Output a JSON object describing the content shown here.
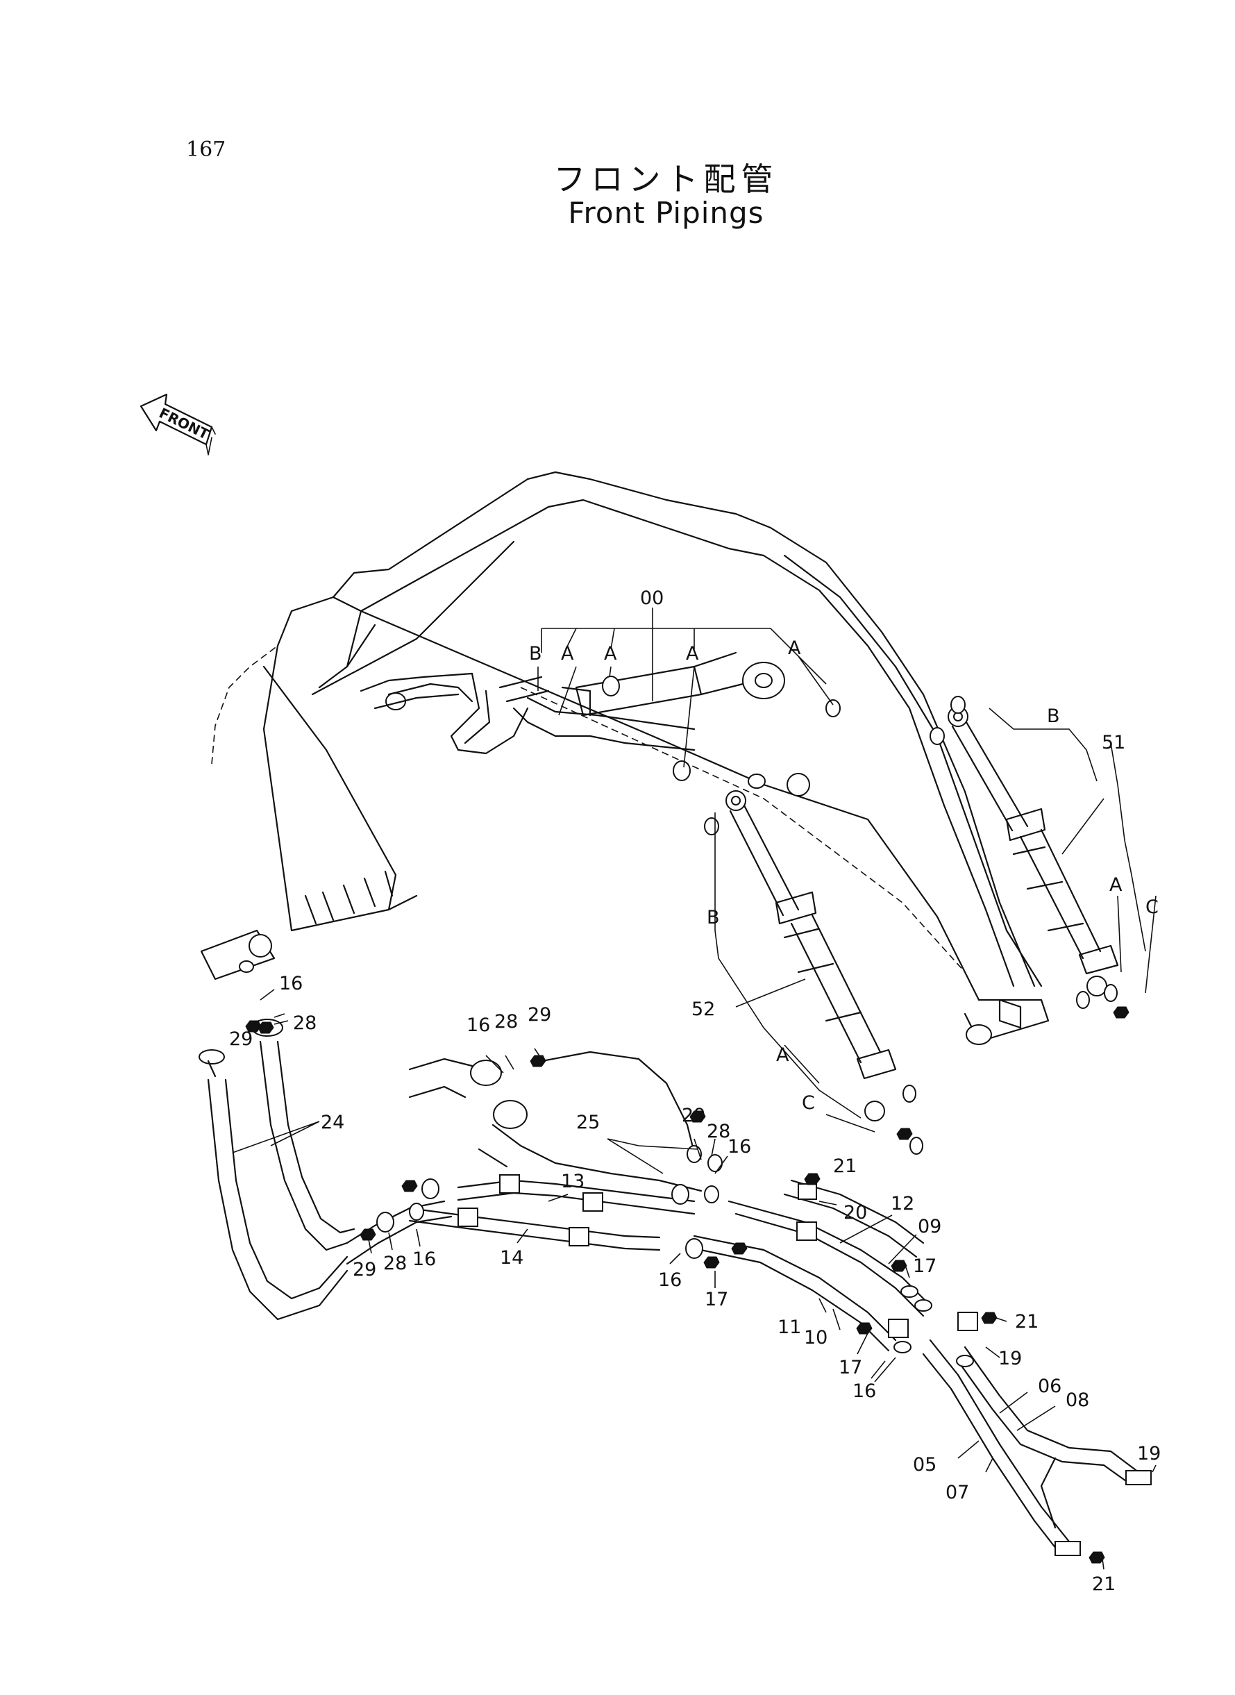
{
  "page_number": "167",
  "title_jp": "フロント配管",
  "title_en": "Front Pipings",
  "front_arrow_label": "FRONT",
  "callouts": {
    "c00": "00",
    "cB1": "B",
    "cA1": "A",
    "cA2": "A",
    "cA3": "A",
    "cA4": "A",
    "cB2": "B",
    "c51": "51",
    "cA5": "A",
    "cC1": "C",
    "cB3": "B",
    "c52": "52",
    "cA6": "A",
    "cC2": "C",
    "c16a": "16",
    "c28a": "28",
    "c29a": "29",
    "c24": "24",
    "c16b": "16",
    "c28b": "28",
    "c29b": "29",
    "c25": "25",
    "c29c": "29",
    "c28c": "28",
    "c16c": "16",
    "c13": "13",
    "c14": "14",
    "c29d": "29",
    "c28d": "28",
    "c16d": "16",
    "c16e": "16",
    "c17a": "17",
    "c21a": "21",
    "c20": "20",
    "c12": "12",
    "c09": "09",
    "c17b": "17",
    "c11": "11",
    "c10": "10",
    "c17c": "17",
    "c16f": "16",
    "c21b": "21",
    "c19a": "19",
    "c06": "06",
    "c08": "08",
    "c05": "05",
    "c07": "07",
    "c19b": "19",
    "c21c": "21"
  }
}
